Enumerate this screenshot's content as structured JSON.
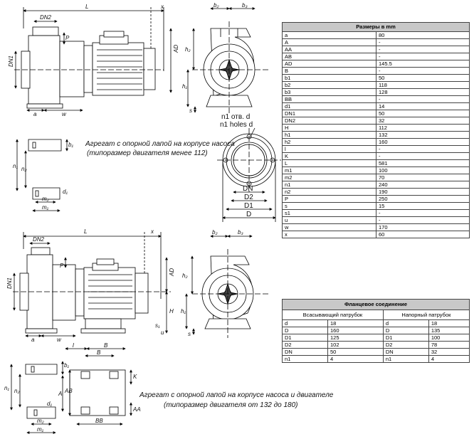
{
  "dimensions_table": {
    "title": "Размеры в mm",
    "rows": [
      {
        "key": "a",
        "value": "80"
      },
      {
        "key": "A",
        "value": "-"
      },
      {
        "key": "AA",
        "value": "-"
      },
      {
        "key": "AB",
        "value": "-"
      },
      {
        "key": "AD",
        "value": "145.5"
      },
      {
        "key": "B",
        "value": "-"
      },
      {
        "key": "b1",
        "value": "50"
      },
      {
        "key": "b2",
        "value": "118"
      },
      {
        "key": "b3",
        "value": "128"
      },
      {
        "key": "BB",
        "value": "-"
      },
      {
        "key": "d1",
        "value": "14"
      },
      {
        "key": "DN1",
        "value": "50"
      },
      {
        "key": "DN2",
        "value": "32"
      },
      {
        "key": "H",
        "value": "112"
      },
      {
        "key": "h1",
        "value": "132"
      },
      {
        "key": "h2",
        "value": "160"
      },
      {
        "key": "l",
        "value": "-"
      },
      {
        "key": "K",
        "value": "-"
      },
      {
        "key": "L",
        "value": "581"
      },
      {
        "key": "m1",
        "value": "100"
      },
      {
        "key": "m2",
        "value": "70"
      },
      {
        "key": "n1",
        "value": "240"
      },
      {
        "key": "n2",
        "value": "190"
      },
      {
        "key": "P",
        "value": "250"
      },
      {
        "key": "s",
        "value": "15"
      },
      {
        "key": "s1",
        "value": "-"
      },
      {
        "key": "u",
        "value": "-"
      },
      {
        "key": "w",
        "value": "170"
      },
      {
        "key": "x",
        "value": "60"
      }
    ]
  },
  "flange_table": {
    "title": "Фланцевое соединение",
    "suction_header": "Всасывающий патрубок",
    "discharge_header": "Напорный патрубок",
    "rows": [
      {
        "sk": "d",
        "sv": "18",
        "dk": "d",
        "dv": "18"
      },
      {
        "sk": "D",
        "sv": "160",
        "dk": "D",
        "dv": "135"
      },
      {
        "sk": "D1",
        "sv": "125",
        "dk": "D1",
        "dv": "100"
      },
      {
        "sk": "D2",
        "sv": "102",
        "dk": "D2",
        "dv": "78"
      },
      {
        "sk": "DN",
        "sv": "50",
        "dk": "DN",
        "dv": "32"
      },
      {
        "sk": "n1",
        "sv": "4",
        "dk": "n1",
        "dv": "4"
      }
    ]
  },
  "drawing": {
    "caption_top_line1": "Агрегат с опорной лапой на корпусе насоса",
    "caption_top_line2": "(типоразмер двигателя менее 112)",
    "caption_bottom_line1": "Агрегат с опорной лапой на корпусе насоса и двигателе",
    "caption_bottom_line2": "(типоразмер двигателя от 132 до 180)",
    "flange_label_ru": "n1 отв. d",
    "flange_label_en": "n1 holes d",
    "labels": {
      "L": "L",
      "x": "x",
      "DN2": "DN2",
      "DN1": "DN1",
      "P": "P",
      "AD": "AD",
      "a": "a",
      "w": "w",
      "b2": "b₂",
      "b3": "b₃",
      "h2": "h₂",
      "h1": "h₁",
      "H": "H",
      "s": "s",
      "s1": "s₁",
      "u": "u",
      "n1": "n₁",
      "n2": "n₂",
      "b1": "b₁",
      "m1": "m₁",
      "m2": "m₂",
      "d1": "d₁",
      "DN": "DN",
      "D2": "D2",
      "D1": "D1",
      "D": "D",
      "l": "l",
      "B": "B",
      "K": "K",
      "A": "A",
      "AB": "AB",
      "AA": "AA",
      "BB": "BB"
    }
  }
}
